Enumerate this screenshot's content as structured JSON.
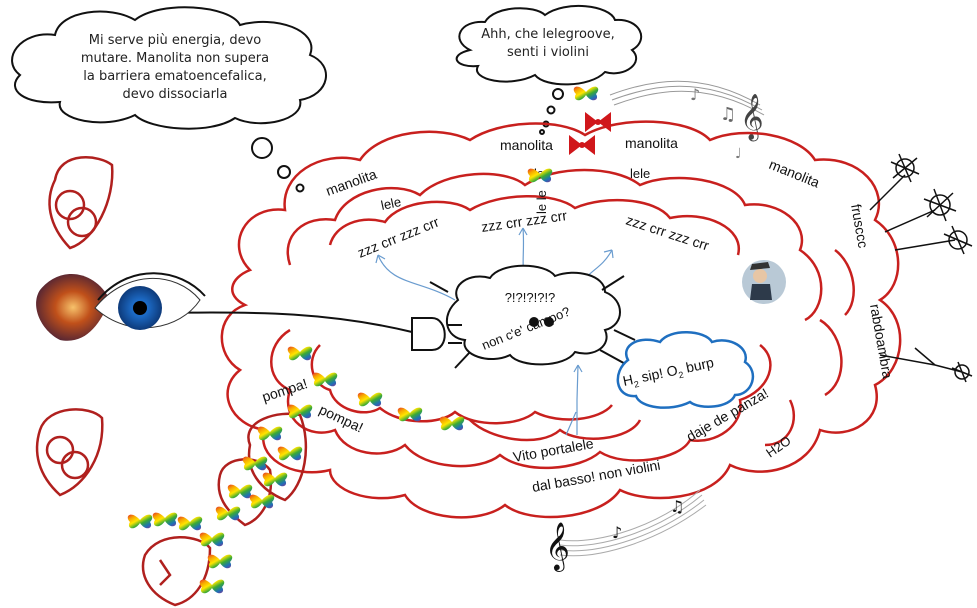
{
  "thought_bubbles": {
    "left": [
      "Mi serve più energia,  devo",
      "mutare. Manolita non supera",
      "la barriera ematoencefalica,",
      "devo dissociarla"
    ],
    "right": [
      "Ahh, che lelegroove,",
      "senti i violini"
    ]
  },
  "labels": {
    "manolita_left": "manolita",
    "manolita_center": "manolita",
    "manolita_mid": "manolita",
    "manolita_right": "manolita",
    "lele_top": "le",
    "lele_bottom": "le le",
    "lele_left": "lele",
    "lele_right": "lele",
    "zzz_left": "zzz crr zzz crr",
    "zzz_center": "zzz crr zzz crr",
    "zzz_right": "zzz crr zzz crr",
    "fruscio": "frusccc",
    "rabdoambra": "rabdoambra",
    "pompa_1": "pompa!",
    "pompa_2": "pompa!",
    "vito": "Vito portalele",
    "dal_basso": "dal basso! non violini",
    "daje": "daje de panza!",
    "h2o": "H2O"
  },
  "center": {
    "question": "?!?!?!?!?",
    "no_signal": "non c'e' campo?"
  },
  "blue_cloud": {
    "h2": "H",
    "h2_sub": "2",
    "sip": " sip! O",
    "o2_sub": "2",
    "burp": " burp"
  },
  "colors": {
    "cloud_red": "#c8201e",
    "blue_outline": "#1f6fc0",
    "arrow_blue": "#6a9ccf",
    "ribbon": "#d0171b"
  }
}
